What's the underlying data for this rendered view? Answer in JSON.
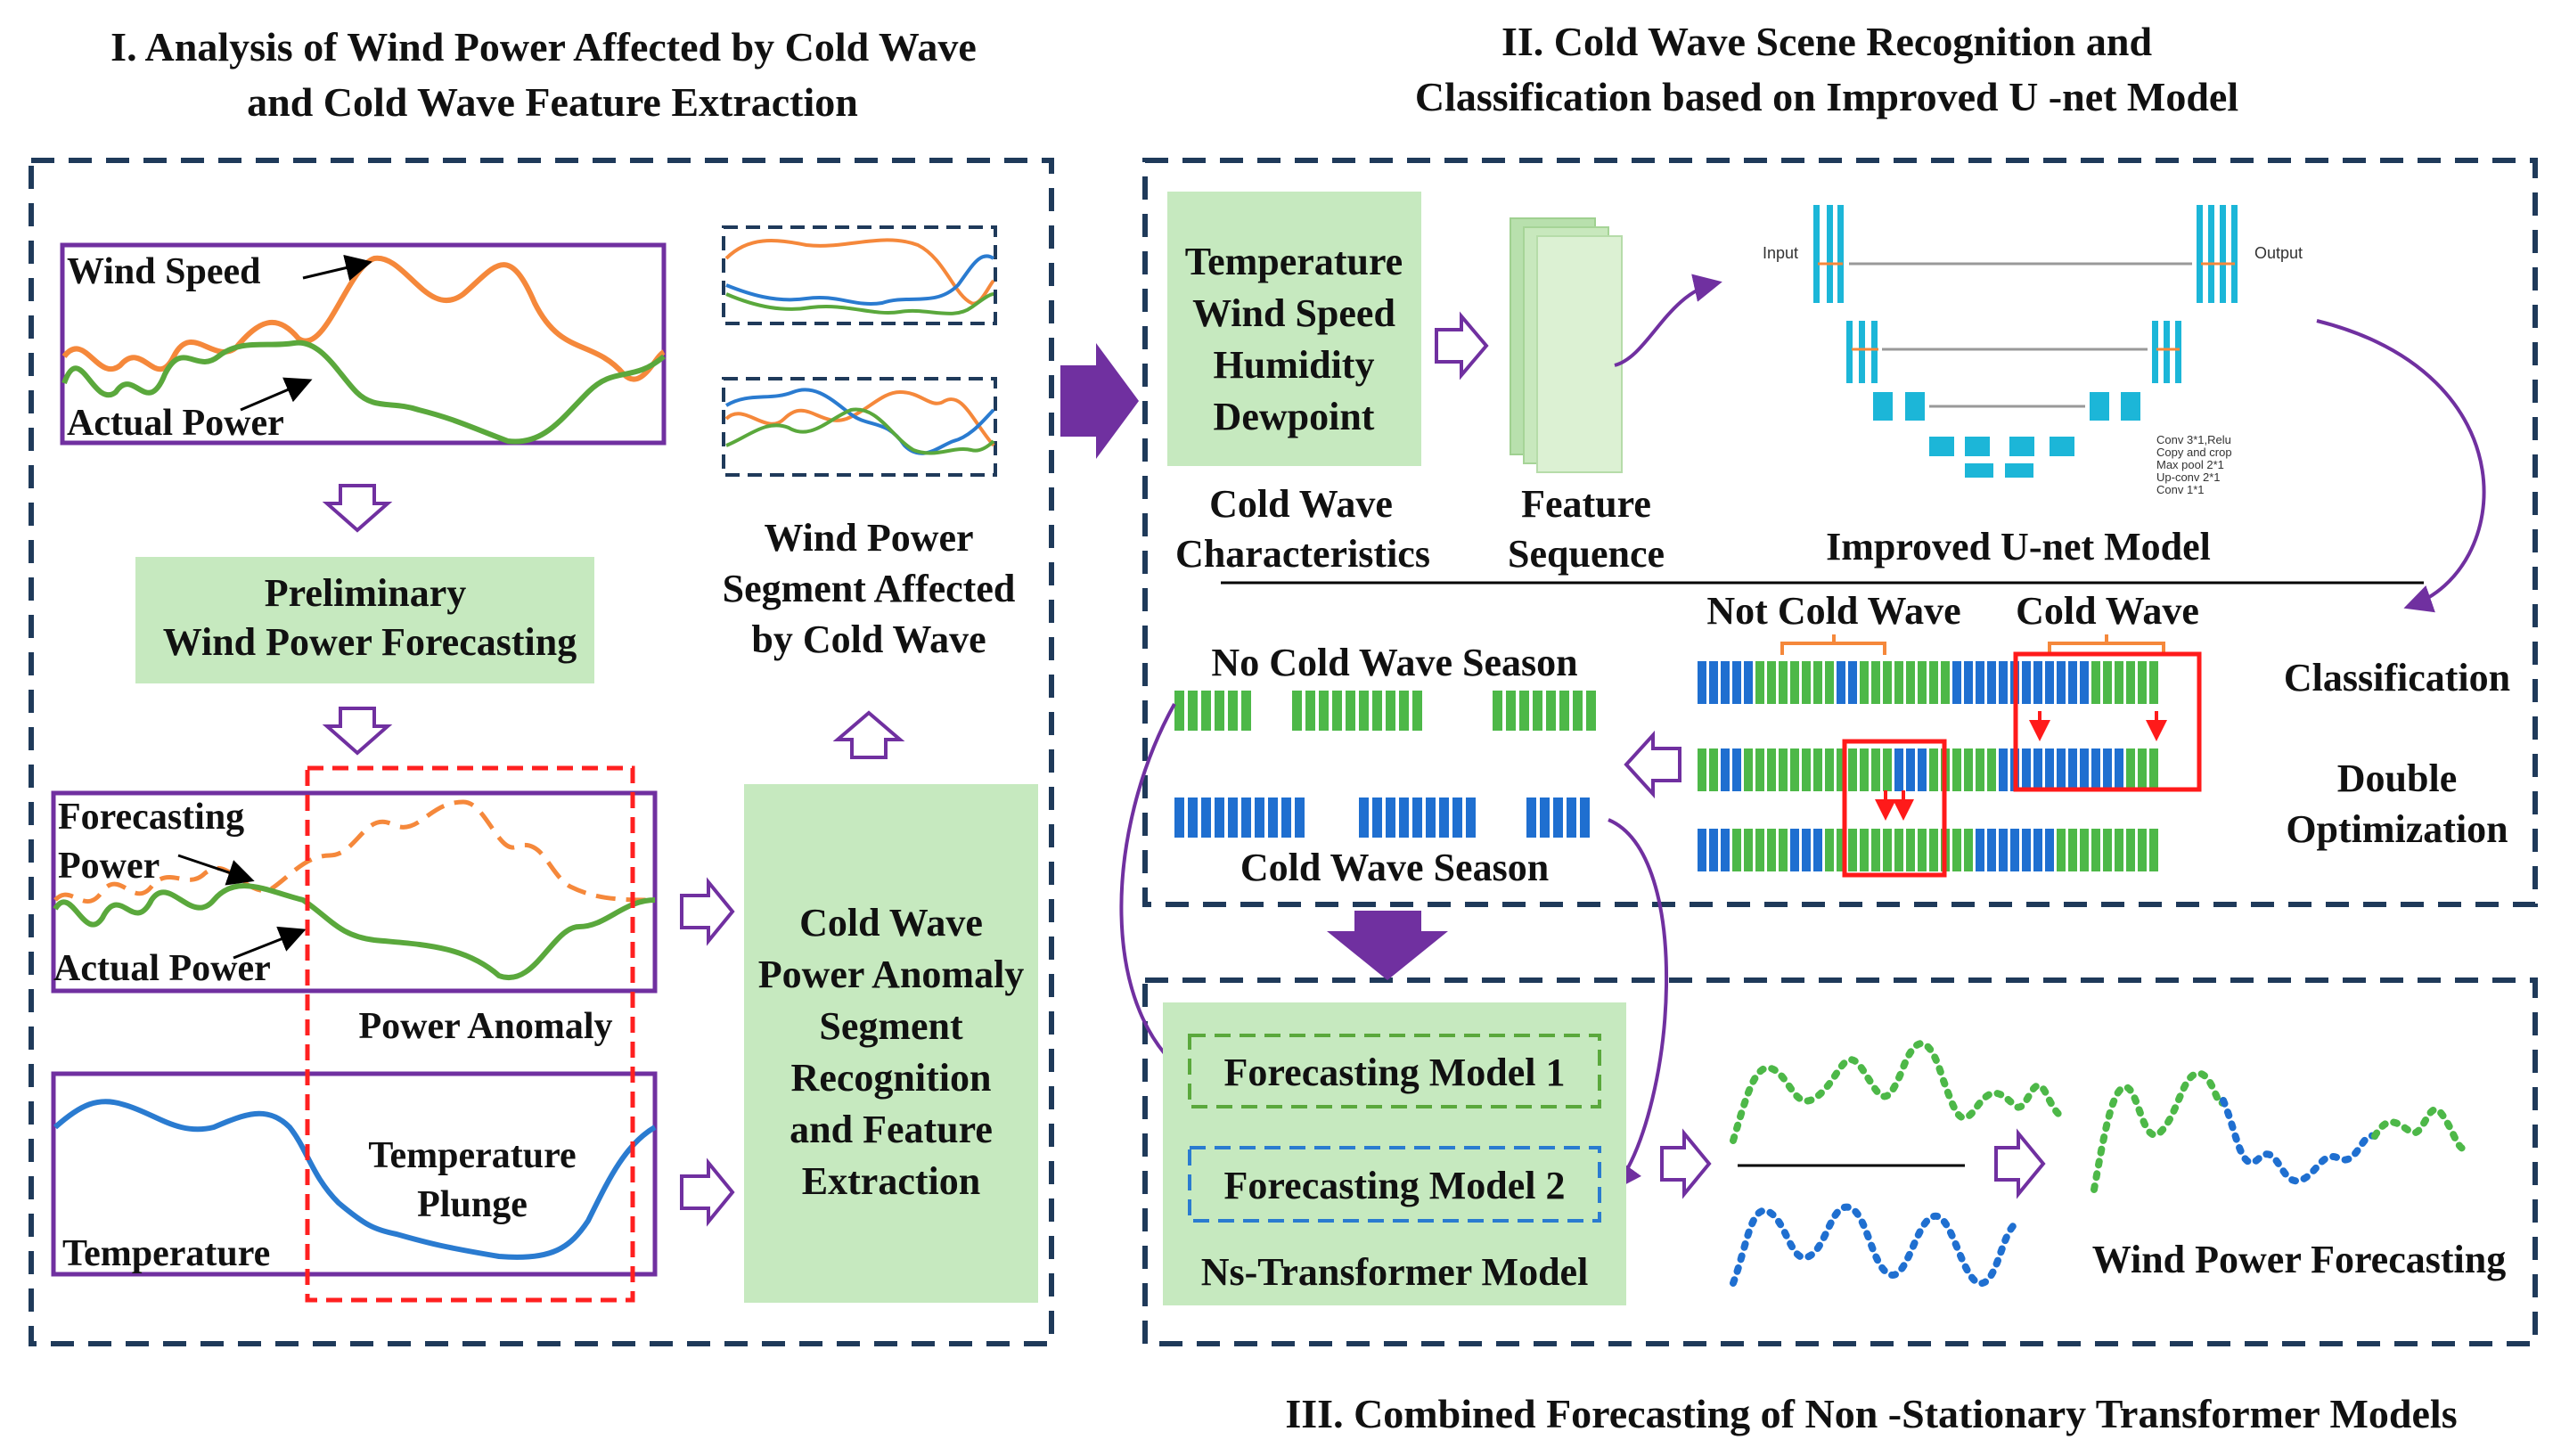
{
  "section1": {
    "title_line1": "I. Analysis of Wind Power Affected by Cold Wave",
    "title_line2": "and Cold Wave Feature Extraction",
    "wind_speed_label": "Wind Speed",
    "actual_power_label": "Actual  Power",
    "preliminary_line1": "Preliminary",
    "preliminary_line2": "Wind Power Forecasting",
    "forecasting_label_line1": "Forecasting",
    "forecasting_label_line2": "Power",
    "actual_power_label2": "Actual  Power",
    "power_anomaly_label": "Power Anomaly",
    "temperature_label": "Temperature",
    "temperature_plunge_line1": "Temperature",
    "temperature_plunge_line2": "Plunge",
    "segment_line1": "Wind Power",
    "segment_line2": "Segment Affected",
    "segment_line3": "by Cold Wave",
    "anomaly_box_lines": [
      "Cold Wave",
      "Power Anomaly",
      "Segment",
      "Recognition",
      "and Feature",
      "Extraction"
    ]
  },
  "section2": {
    "title_line1": "II. Cold Wave Scene Recognition and",
    "title_line2": "Classification based on Improved U   -net Model",
    "features": [
      "Temperature",
      "Wind Speed",
      "Humidity",
      "Dewpoint"
    ],
    "cold_wave_char_line1": "Cold Wave",
    "cold_wave_char_line2": "Characteristics",
    "feature_seq_line1": "Feature",
    "feature_seq_line2": "Sequence",
    "unet_label": "Improved U-net Model",
    "unet_input": "Input",
    "unet_output": "Output",
    "unet_legend": [
      "Conv 3*1,Relu",
      "Copy and crop",
      "Max pool 2*1",
      "Up-conv 2*1",
      "Conv 1*1"
    ],
    "not_cold_wave": "Not Cold Wave",
    "cold_wave": "Cold Wave",
    "classification": "Classification",
    "double_line1": "Double",
    "double_line2": "Optimization",
    "no_cold_wave_season": "No Cold Wave Season",
    "cold_wave_season": "Cold Wave Season"
  },
  "section3": {
    "model1": "Forecasting Model 1",
    "model2": "Forecasting Model 2",
    "ns_transformer": "Ns-Transformer Model",
    "wind_power_forecasting": "Wind Power Forecasting",
    "title": "III. Combined Forecasting of Non -Stationary Transformer Models"
  },
  "colors": {
    "dark_dashed_border": "#1f3a5a",
    "purple": "#7030a0",
    "green_box": "#c6e9bf",
    "orange_line": "#f5883b",
    "green_line": "#5aa83c",
    "blue_line": "#2a7bd0",
    "red_dashed": "#ff2020",
    "bar_green": "#4db848",
    "bar_blue": "#1f6fd0",
    "unet_cyan": "#1cb6d8"
  }
}
